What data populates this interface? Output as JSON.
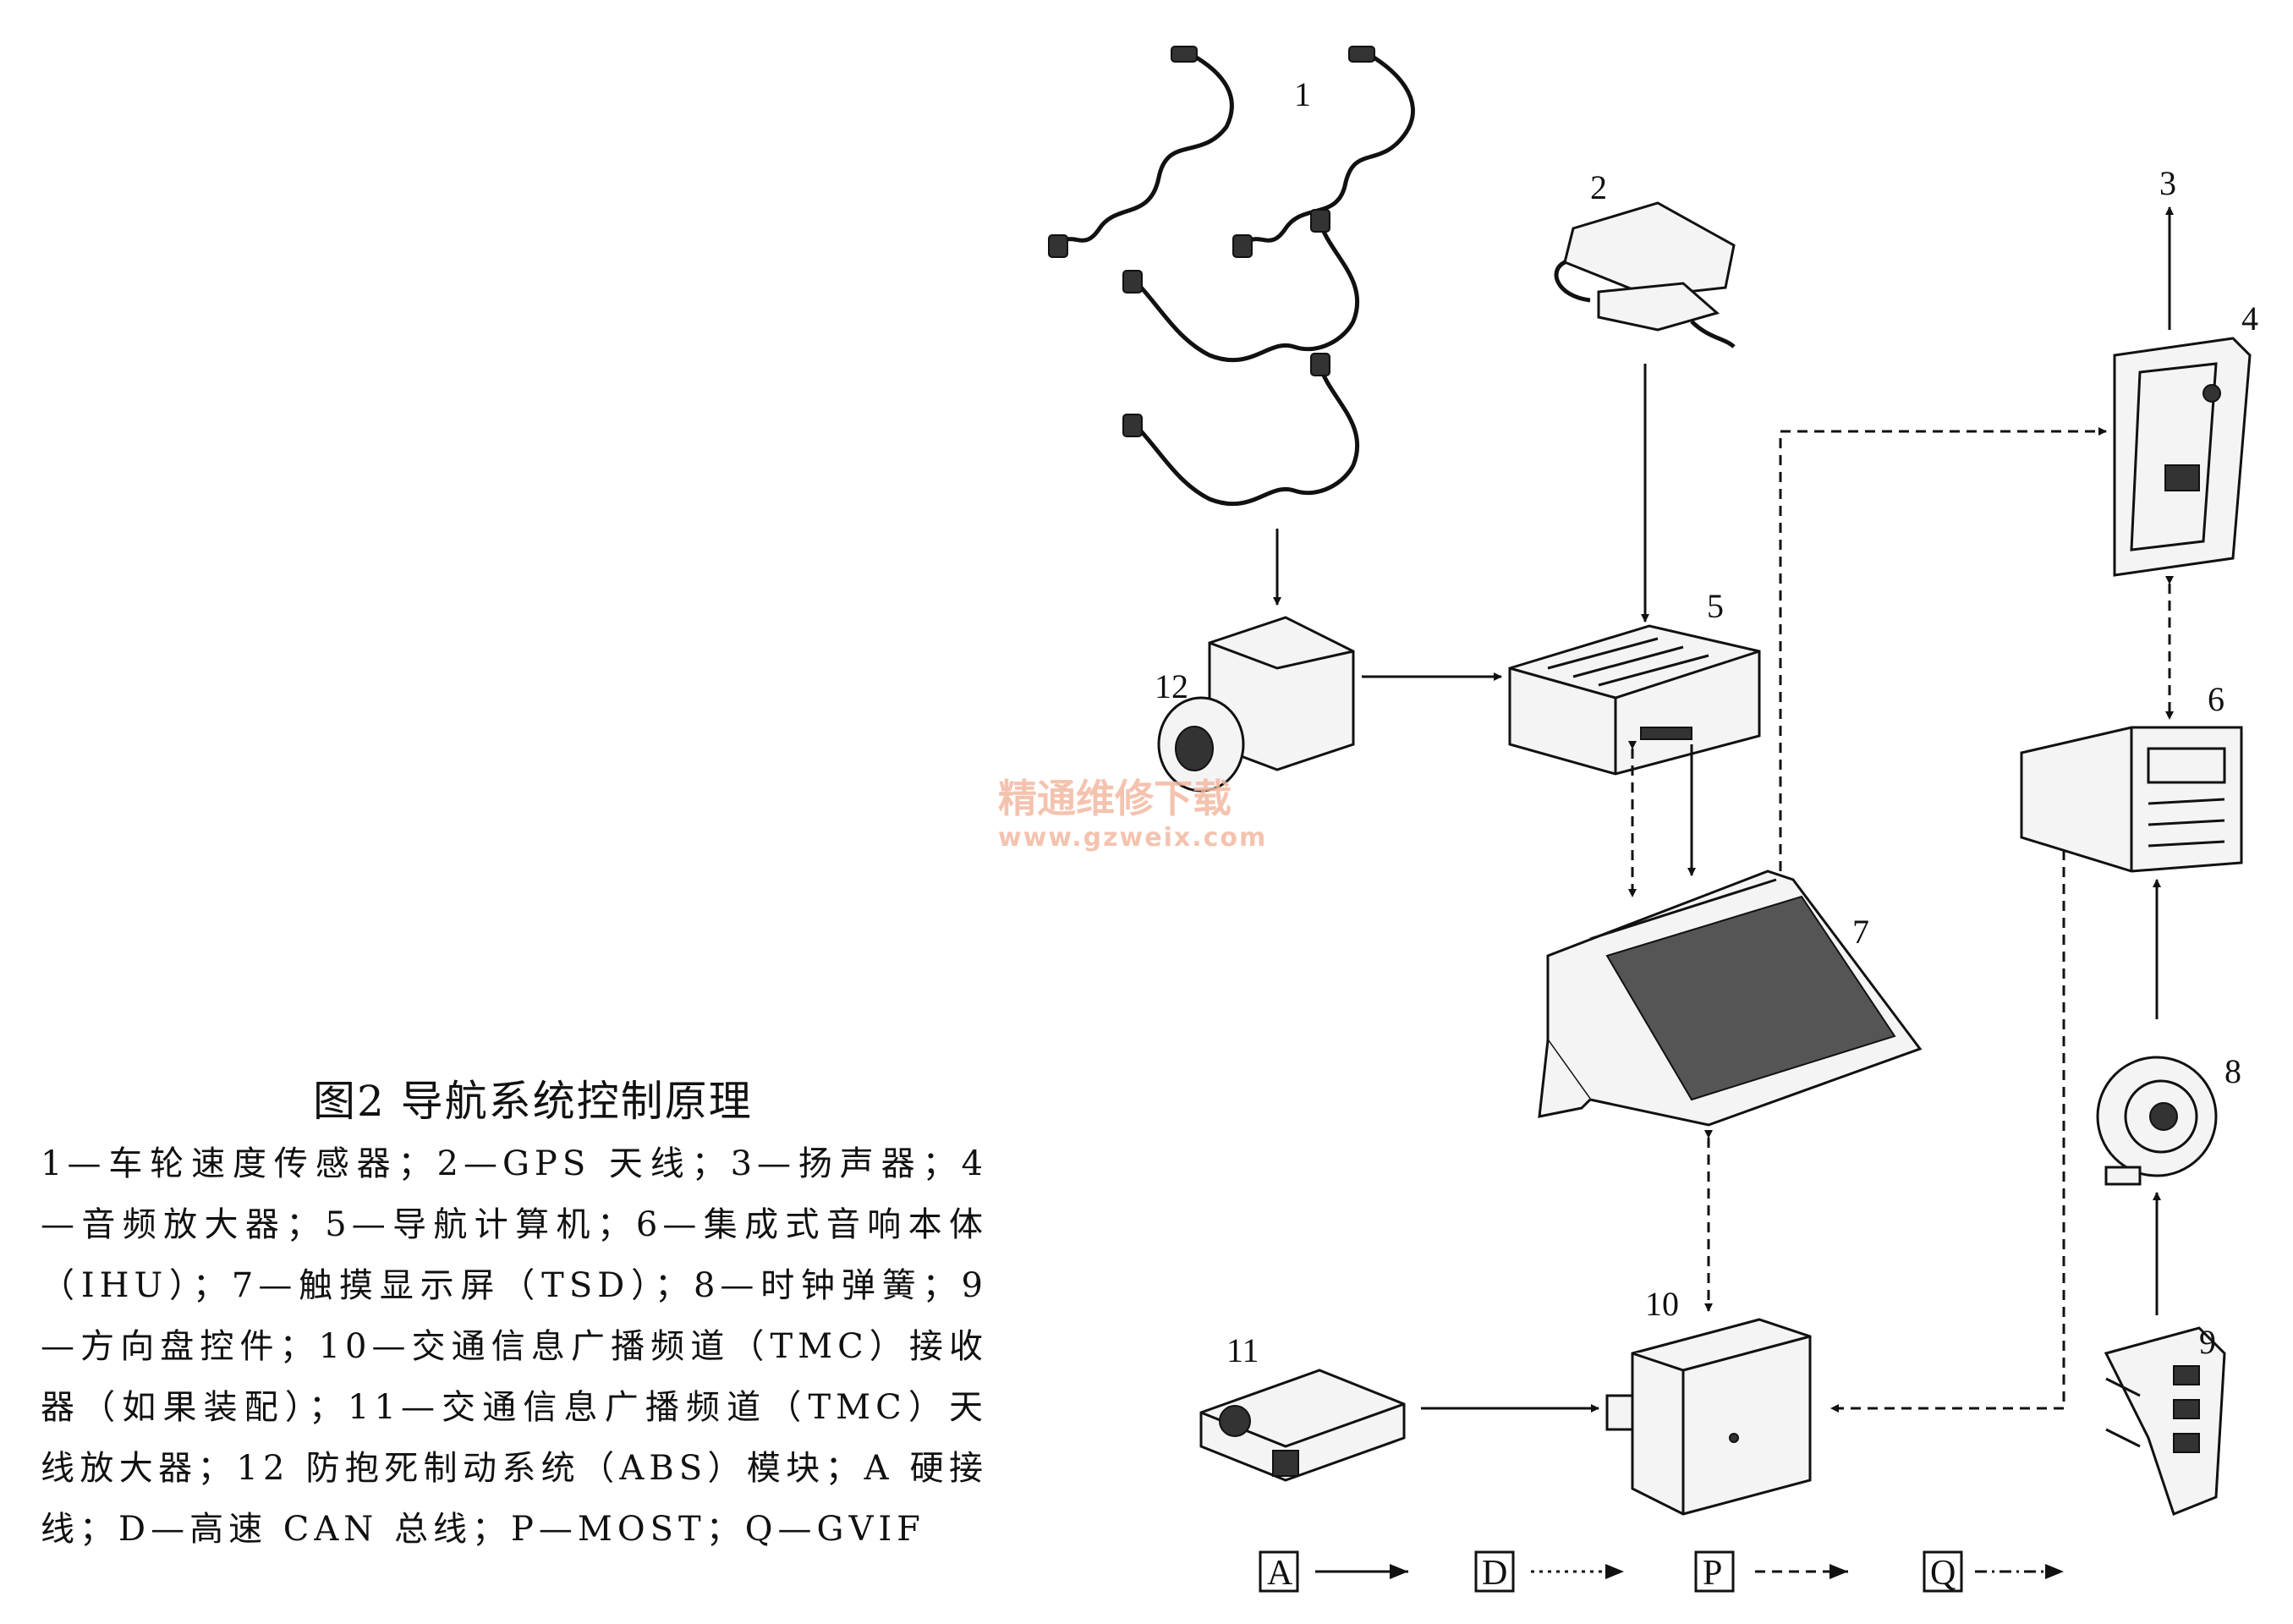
{
  "caption": {
    "title": "图2  导航系统控制原理",
    "body": "1—车轮速度传感器；2—GPS 天线；3—扬声器；4—音频放大器；5—导航计算机；6—集成式音响本体（IHU）；7—触摸显示屏（TSD）；8—时钟弹簧；9—方向盘控件；10—交通信息广播频道（TMC）接收器（如果装配）；11—交通信息广播频道（TMC）天线放大器；12 防抱死制动系统（ABS）模块；A 硬接线；D—高速 CAN 总线；P—MOST；Q—GVIF"
  },
  "components": {
    "n1": "1",
    "n2": "2",
    "n3": "3",
    "n4": "4",
    "n5": "5",
    "n6": "6",
    "n7": "7",
    "n8": "8",
    "n9": "9",
    "n10": "10",
    "n11": "11",
    "n12": "12"
  },
  "legend": {
    "a": "A",
    "d": "D",
    "p": "P",
    "q": "Q"
  },
  "watermark": {
    "line1": "精通维修下载",
    "line2": "www.gzweix.com"
  }
}
